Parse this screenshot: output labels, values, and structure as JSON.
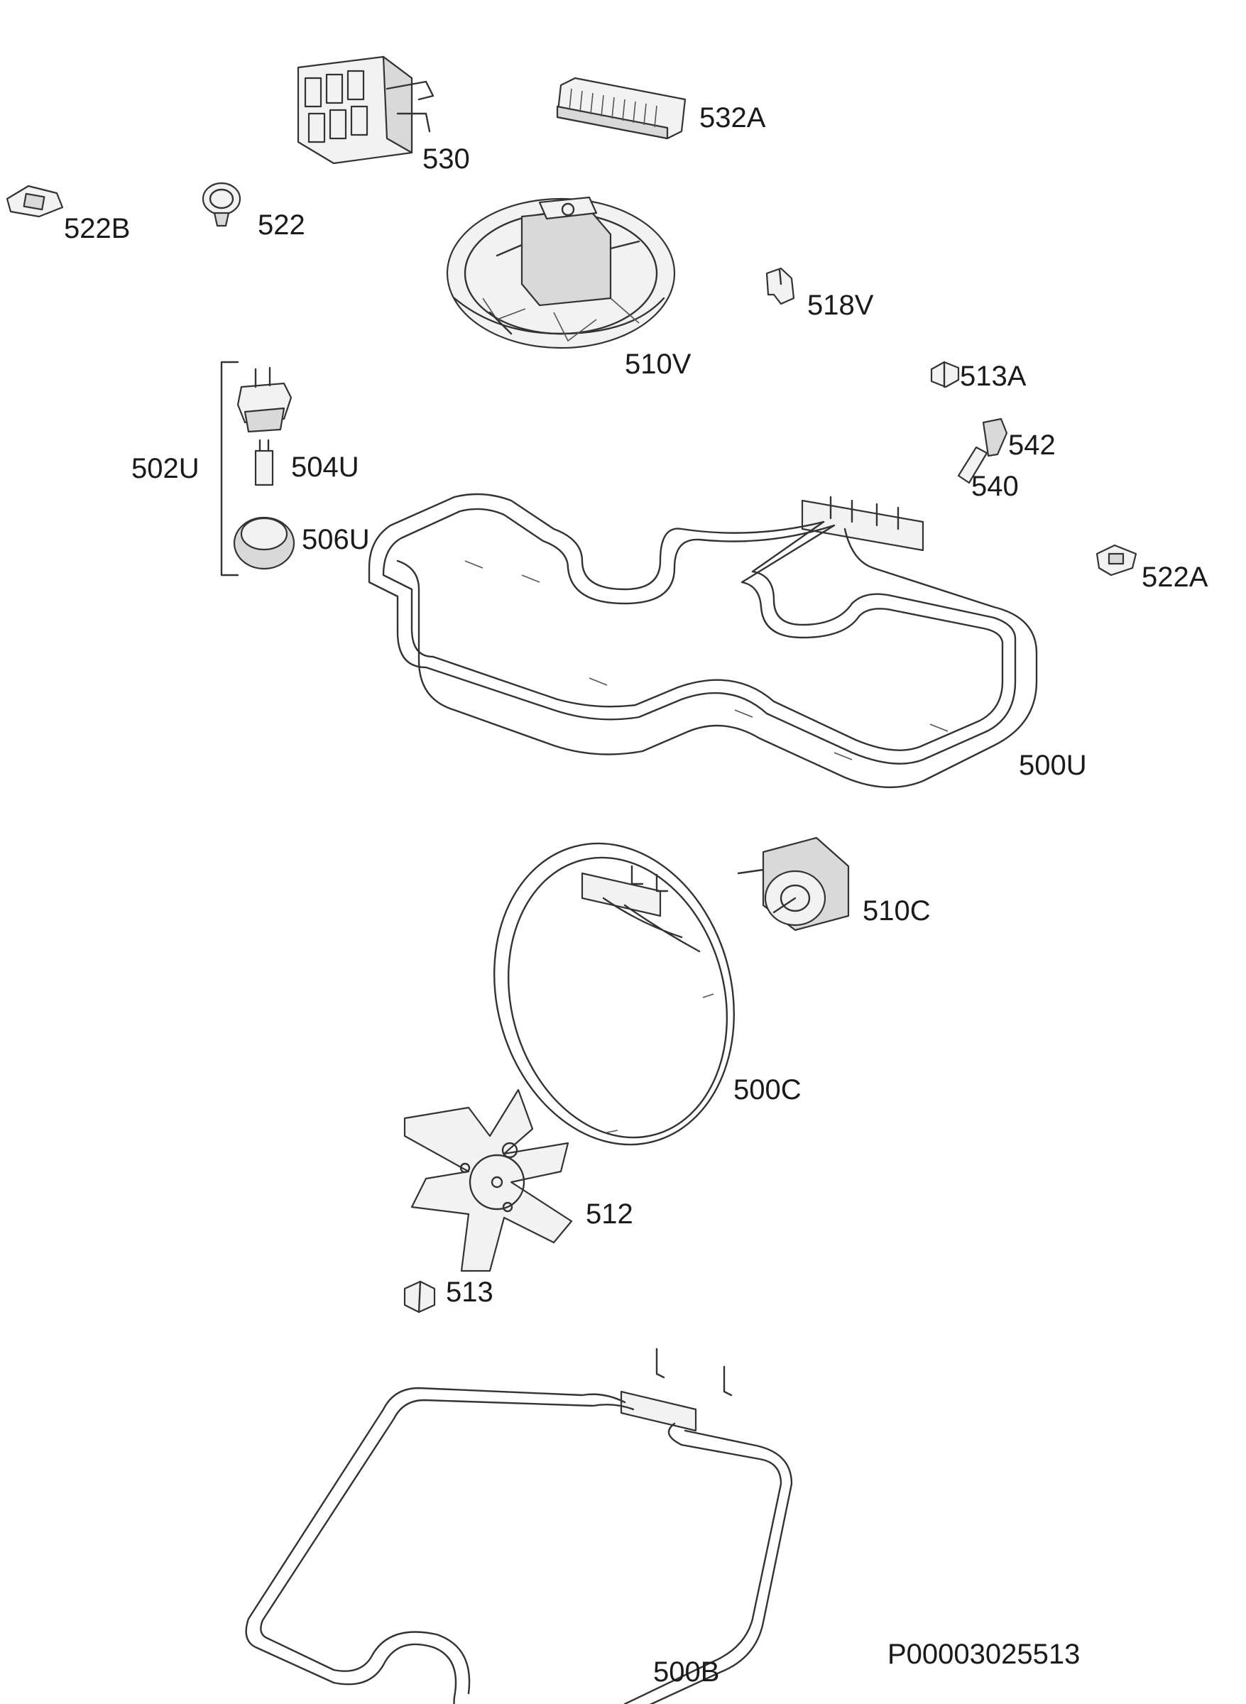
{
  "diagram": {
    "document_number": "P00003025513",
    "parts": [
      {
        "key": "p530",
        "label": "530",
        "icon": "terminal-block-icon"
      },
      {
        "key": "p532A",
        "label": "532A",
        "icon": "connector-strip-icon"
      },
      {
        "key": "p522B",
        "label": "522B",
        "icon": "clip-icon"
      },
      {
        "key": "p522",
        "label": "522",
        "icon": "lamp-clip-icon"
      },
      {
        "key": "p510V",
        "label": "510V",
        "icon": "cooling-fan-icon"
      },
      {
        "key": "p518V",
        "label": "518V",
        "icon": "bracket-icon"
      },
      {
        "key": "p513A",
        "label": "513A",
        "icon": "nut-icon"
      },
      {
        "key": "p502U",
        "label": "502U",
        "icon": "bracket-group-icon"
      },
      {
        "key": "p504U",
        "label": "504U",
        "icon": "bulb-icon"
      },
      {
        "key": "p506U",
        "label": "506U",
        "icon": "lamp-cover-icon"
      },
      {
        "key": "p542",
        "label": "542",
        "icon": "insulator-icon"
      },
      {
        "key": "p540",
        "label": "540",
        "icon": "seal-icon"
      },
      {
        "key": "p522A",
        "label": "522A",
        "icon": "clip-icon"
      },
      {
        "key": "p500U",
        "label": "500U",
        "icon": "top-heating-element-icon"
      },
      {
        "key": "p510C",
        "label": "510C",
        "icon": "fan-motor-icon"
      },
      {
        "key": "p500C",
        "label": "500C",
        "icon": "circular-heating-element-icon"
      },
      {
        "key": "p512",
        "label": "512",
        "icon": "fan-blade-icon"
      },
      {
        "key": "p513",
        "label": "513",
        "icon": "nut-icon"
      },
      {
        "key": "p500B",
        "label": "500B",
        "icon": "bottom-heating-element-icon"
      }
    ]
  }
}
